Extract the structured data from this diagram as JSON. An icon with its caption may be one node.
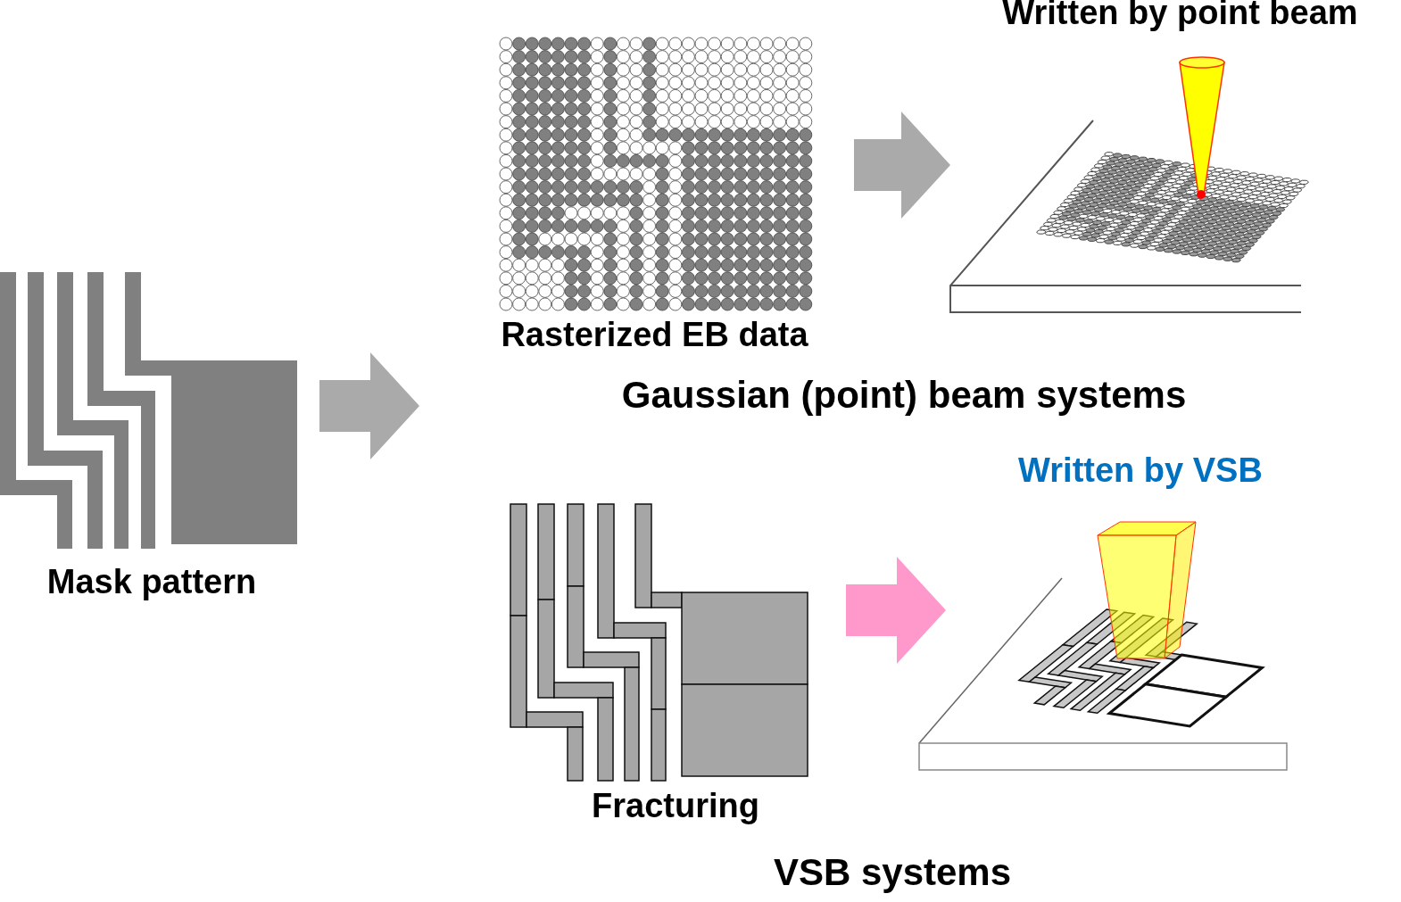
{
  "diagram": {
    "nodes": [
      {
        "text": [
          "Mask pattern"
        ]
      },
      {
        "text": [
          "Rasterized EB data"
        ]
      },
      {
        "text": [
          "Written by point beam"
        ]
      },
      {
        "text": [
          "Fracturing"
        ]
      },
      {
        "text": [
          "Written by VSB"
        ]
      }
    ],
    "edges": [
      {
        "from": 0,
        "to": 1,
        "arrow": "to"
      },
      {
        "from": 1,
        "to": 2,
        "arrow": "to"
      },
      {
        "from": 3,
        "to": 4,
        "arrow": "to",
        "color": "#ff99cc"
      }
    ],
    "labels": [
      "Gaussian (point) beam systems",
      "VSB systems"
    ]
  }
}
